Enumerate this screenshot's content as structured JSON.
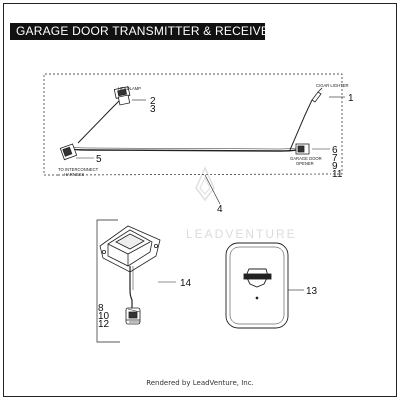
{
  "title": "GARAGE DOOR TRANSMITTER & RECEIVER",
  "footer": "Rendered by LeadVenture, Inc.",
  "watermark": "LEADVENTURE",
  "labels": {
    "headlamp": "HEADLAMP",
    "cigar_lighter": "CIGAR LIGHTER",
    "garage_door_opener_1": "GARAGE DOOR",
    "garage_door_opener_2": "OPENER",
    "interconnect_1": "TO INTERCONNECT",
    "interconnect_2": "HARNESS"
  },
  "callouts": {
    "c1": "1",
    "c2": "2",
    "c3": "3",
    "c4": "4",
    "c5": "5",
    "c6": "6",
    "c7": "7",
    "c9": "9",
    "c11": "11",
    "c8": "8",
    "c10": "10",
    "c12": "12",
    "c13": "13",
    "c14": "14"
  }
}
